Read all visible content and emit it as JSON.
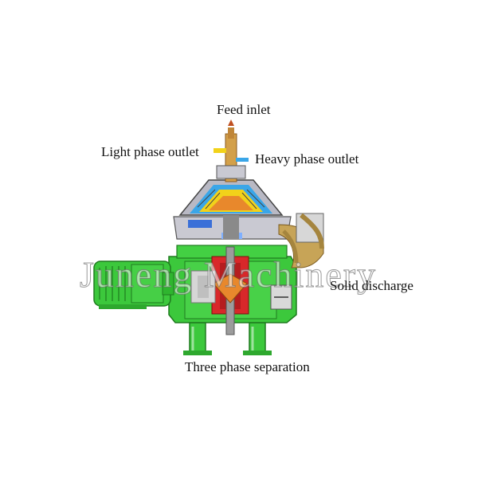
{
  "labels": {
    "feed_inlet": "Feed inlet",
    "light_phase_outlet": "Light phase outlet",
    "heavy_phase_outlet": "Heavy phase outlet",
    "solid_discharge": "Solid discharge",
    "three_phase_separation": "Three phase separation"
  },
  "watermark": "Juneng Machinery",
  "colors": {
    "frame_green": "#3cc83c",
    "frame_dark": "#1f7a1f",
    "bowl_gray": "#b9b9c4",
    "rotor_red": "#d8282a",
    "light_phase_yellow": "#f2d21a",
    "heavy_phase_blue": "#3aa6e8",
    "feed_orange": "#e8882c",
    "solids_tan": "#c7a457"
  }
}
